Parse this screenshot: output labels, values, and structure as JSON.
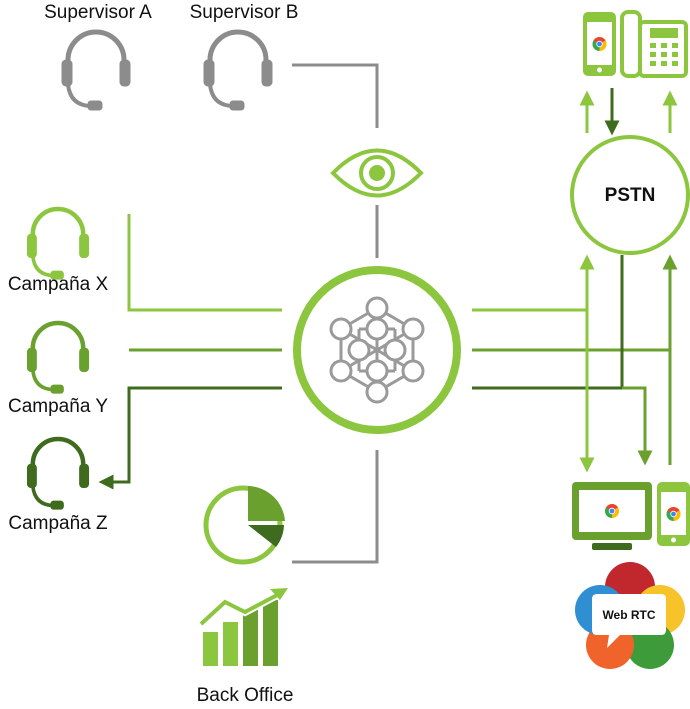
{
  "supervisors": [
    {
      "label": "Supervisor A"
    },
    {
      "label": "Supervisor B"
    }
  ],
  "campaigns": [
    {
      "label": "Campaña X"
    },
    {
      "label": "Campaña Y"
    },
    {
      "label": "Campaña Z"
    }
  ],
  "pstn": {
    "label": "PSTN"
  },
  "back_office": {
    "label": "Back Office"
  },
  "webrtc": {
    "label": "Web RTC"
  },
  "colors": {
    "light_green": "#8cc63f",
    "mid_green": "#6aa12e",
    "dark_green": "#3e6b1e",
    "gray": "#8c8c8c",
    "webrtc_red": "#c0282d",
    "webrtc_yellow": "#f6c32b",
    "webrtc_green": "#3d9b3a",
    "webrtc_orange": "#f0642c",
    "webrtc_blue": "#2f8fd2"
  },
  "icons": [
    "headset-icon",
    "eye-icon",
    "network-hub-icon",
    "pie-chart-icon",
    "bar-chart-growth-icon",
    "mobile-phone-icon",
    "desk-phone-icon",
    "laptop-icon",
    "browser-icon",
    "webrtc-logo-icon"
  ]
}
